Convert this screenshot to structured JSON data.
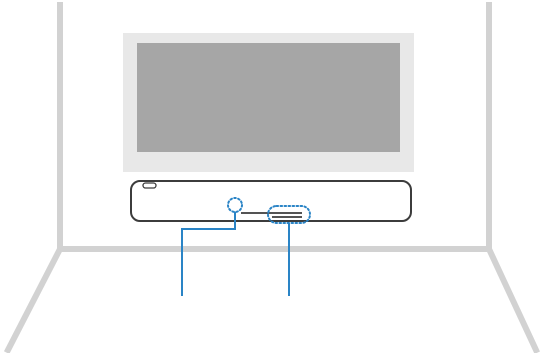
{
  "diagram": {
    "colors": {
      "room_lines": "#d2d2d2",
      "tv_frame": "#e8e8e8",
      "tv_screen": "#a6a6a6",
      "soundbar_body": "#ffffff",
      "soundbar_outline": "#3c3c3c",
      "callout": "#2a84c6"
    },
    "parts": {
      "room": "room-outline",
      "tv": "wall-mounted-tv",
      "soundbar": "soundbar",
      "status_led": "status-indicator",
      "ir_sensor": "remote-sensor",
      "speaker_grille": "front-grille"
    }
  }
}
